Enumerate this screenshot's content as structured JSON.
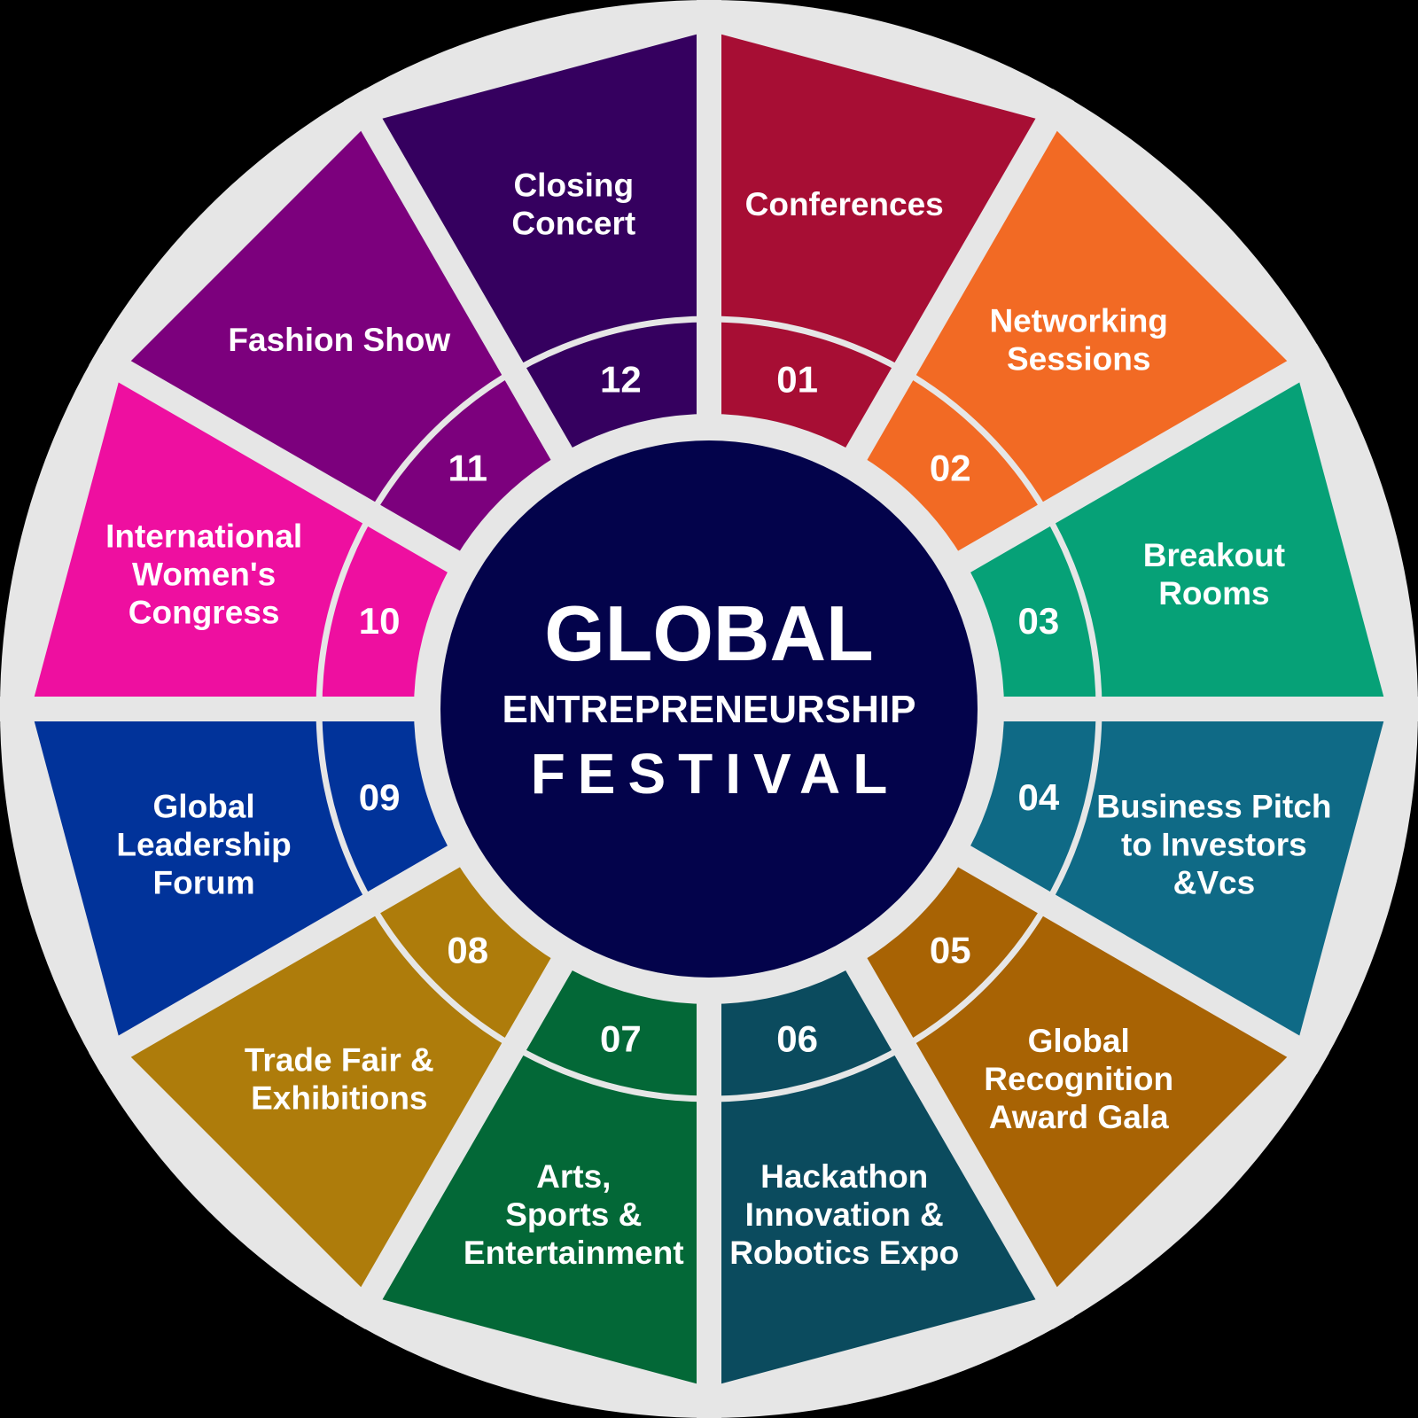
{
  "title": {
    "line1": "GLOBAL",
    "line2": "ENTREPRENEURSHIP",
    "line3": "FESTIVAL"
  },
  "colors": {
    "background": "#000000",
    "frame": "#E6E6E6",
    "center": "#03034B"
  },
  "segments": [
    {
      "number": "01",
      "lines": [
        "Conferences"
      ],
      "color": "#A70E34"
    },
    {
      "number": "02",
      "lines": [
        "Networking",
        "Sessions"
      ],
      "color": "#F26A24"
    },
    {
      "number": "03",
      "lines": [
        "Breakout",
        "Rooms"
      ],
      "color": "#06A177"
    },
    {
      "number": "04",
      "lines": [
        "Business Pitch",
        "to Investors",
        "&Vcs"
      ],
      "color": "#0F6A86"
    },
    {
      "number": "05",
      "lines": [
        "Global",
        "Recognition",
        "Award Gala"
      ],
      "color": "#A86304"
    },
    {
      "number": "06",
      "lines": [
        "Hackathon",
        "Innovation &",
        "Robotics Expo"
      ],
      "color": "#0B4B5E"
    },
    {
      "number": "07",
      "lines": [
        "Arts,",
        "Sports &",
        "Entertainment"
      ],
      "color": "#036837"
    },
    {
      "number": "08",
      "lines": [
        "Trade Fair &",
        "Exhibitions"
      ],
      "color": "#AE7C0B"
    },
    {
      "number": "09",
      "lines": [
        "Global",
        "Leadership",
        "Forum"
      ],
      "color": "#01339A"
    },
    {
      "number": "10",
      "lines": [
        "International",
        "Women's",
        "Congress"
      ],
      "color": "#EE0FA0"
    },
    {
      "number": "11",
      "lines": [
        "Fashion Show"
      ],
      "color": "#7C007D"
    },
    {
      "number": "12",
      "lines": [
        "Closing",
        "Concert"
      ],
      "color": "#35005F"
    }
  ]
}
